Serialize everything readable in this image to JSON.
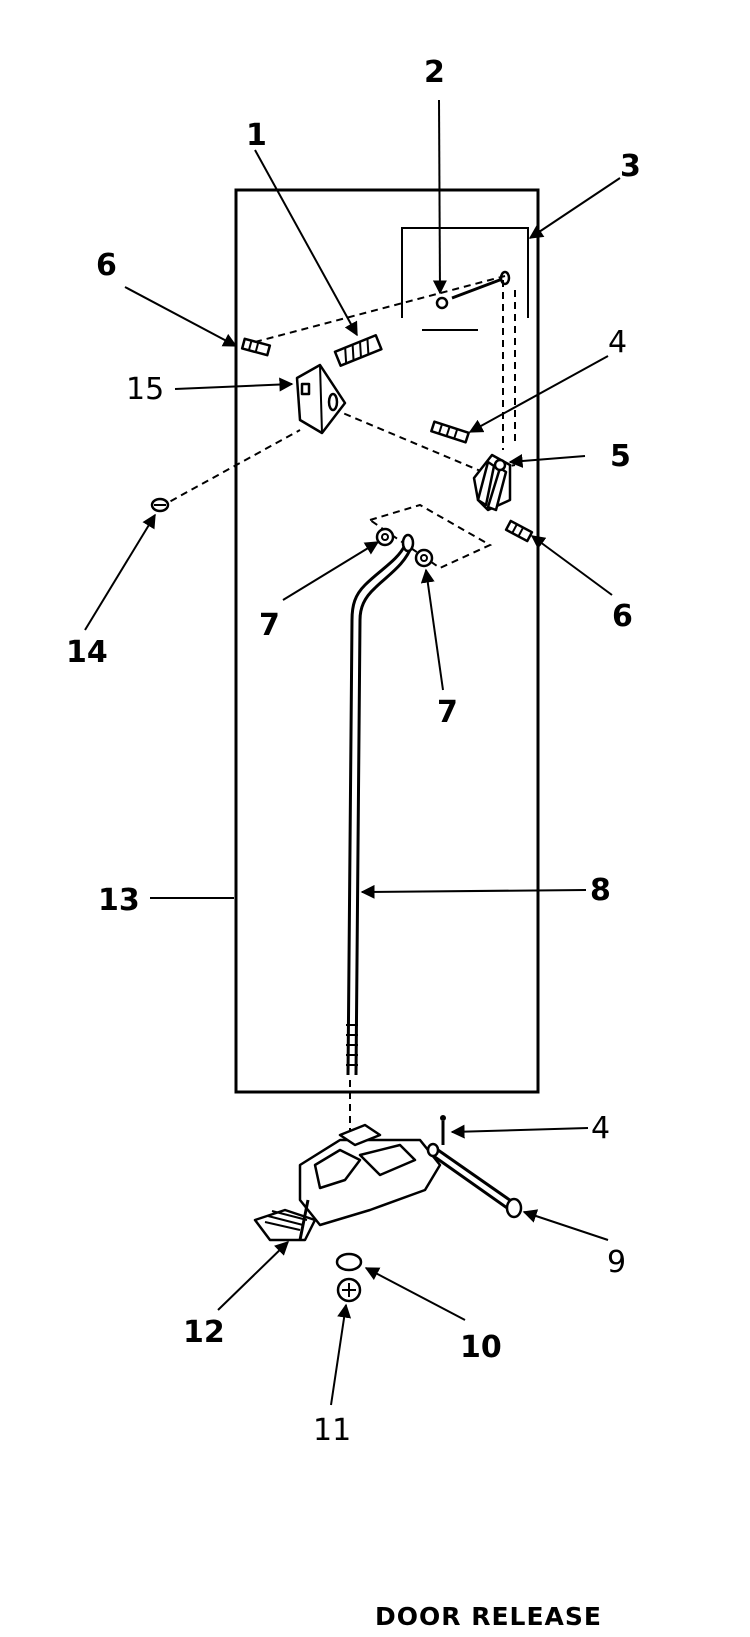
{
  "title": "DOOR RELEASE",
  "callouts": {
    "c1": "1",
    "c2": "2",
    "c3": "3",
    "c4a": "4",
    "c4b": "4",
    "c5": "5",
    "c6a": "6",
    "c6b": "6",
    "c7a": "7",
    "c7b": "7",
    "c8": "8",
    "c9": "9",
    "c10": "10",
    "c11": "11",
    "c12": "12",
    "c13": "13",
    "c14": "14",
    "c15": "15"
  }
}
